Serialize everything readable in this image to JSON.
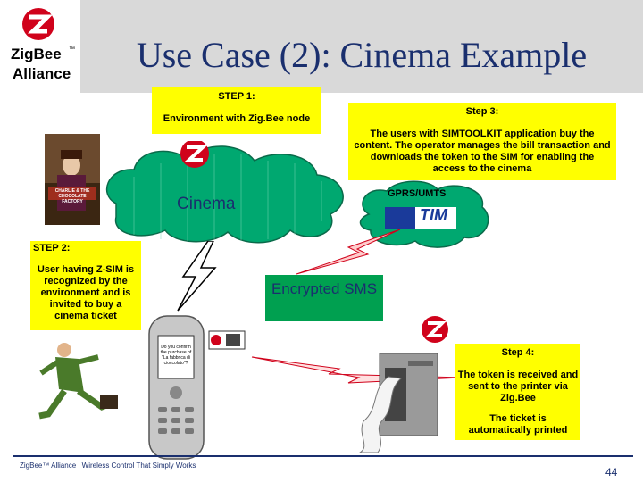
{
  "header": {
    "title": "Use Case (2): Cinema Example",
    "logo_line1": "ZigBee",
    "logo_tm": "™",
    "logo_line2": "Alliance"
  },
  "step1": {
    "heading": "STEP 1:",
    "text": "Environment with Zig.Bee node"
  },
  "step3": {
    "heading": "Step 3:",
    "text": "The users with SIMTOOLKIT application buy the content. The operator manages the bill transaction and downloads the token to the SIM for enabling the access to the cinema"
  },
  "step2": {
    "heading": "STEP 2:",
    "text": "User having Z-SIM is recognized by the environment and is invited to buy a cinema ticket"
  },
  "step4": {
    "heading": "Step 4:",
    "text1": "The token is received and sent to the printer via Zig.Bee",
    "text2": "The ticket is automatically printed"
  },
  "cinema": {
    "label": "Cinema"
  },
  "network": {
    "label": "GPRS/UMTS",
    "operator": "TIM"
  },
  "sms": {
    "label": "Encrypted SMS"
  },
  "phone": {
    "screen_text": "Do you confirm the purchase of \"La fabbrica di cioccolato\"?"
  },
  "poster": {
    "title_text": "CHARLIE & THE CHOCOLATE FACTORY"
  },
  "footer": {
    "text": "ZigBee™ Alliance | Wireless Control That Simply Works",
    "page": "44"
  },
  "colors": {
    "title": "#1a2f6e",
    "step_box": "#ffff00",
    "cloud": "#00a870",
    "sms_box": "#00a050",
    "zigbee_red": "#d0021b"
  },
  "icons": [
    "zigbee-logo-icon",
    "lightning-bolt-icon",
    "mobile-phone-icon",
    "ticket-printer-icon",
    "running-man-icon"
  ]
}
